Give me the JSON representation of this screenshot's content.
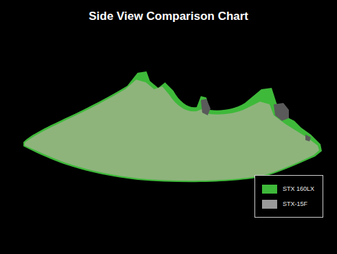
{
  "diagram": {
    "title": "Side View Comparison Chart",
    "legend": [
      {
        "text": "STX 160LX",
        "color": "#3fb93a"
      },
      {
        "text": "STX-15F",
        "color": "#9a9a9a"
      }
    ]
  }
}
